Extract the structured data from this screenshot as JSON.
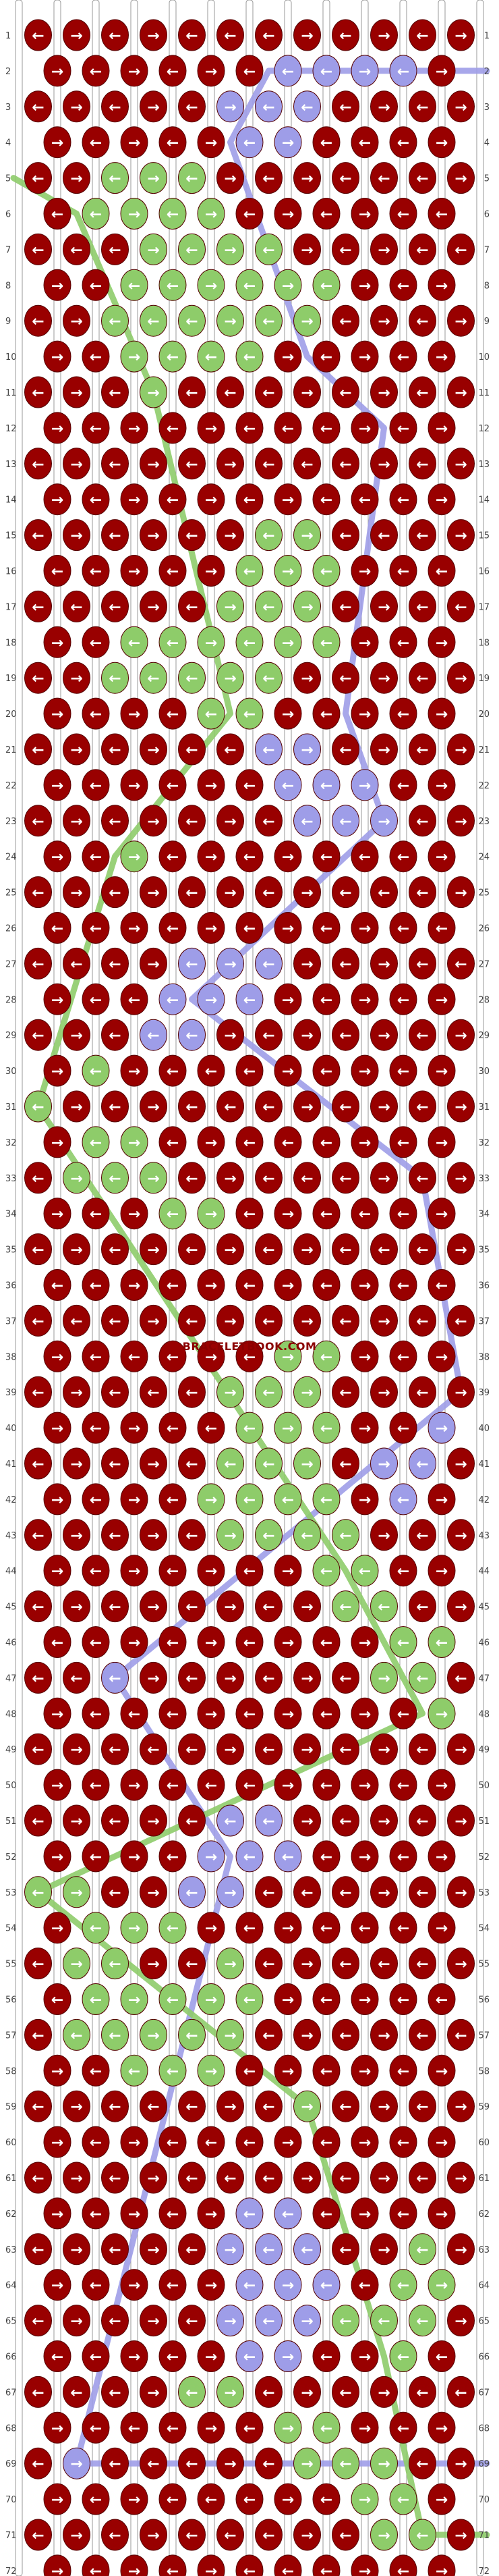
{
  "pattern": {
    "rows": 72,
    "columns": 12,
    "watermark": "BRACELETBOOK.COM",
    "colors": {
      "red": "#990000",
      "green": "#8ecc6a",
      "purple": "#9e9de8",
      "string": "#ffffff",
      "string_edge": "#999999"
    },
    "icons": {
      "left": "arrow-left-icon",
      "right": "arrow-right-icon"
    }
  }
}
